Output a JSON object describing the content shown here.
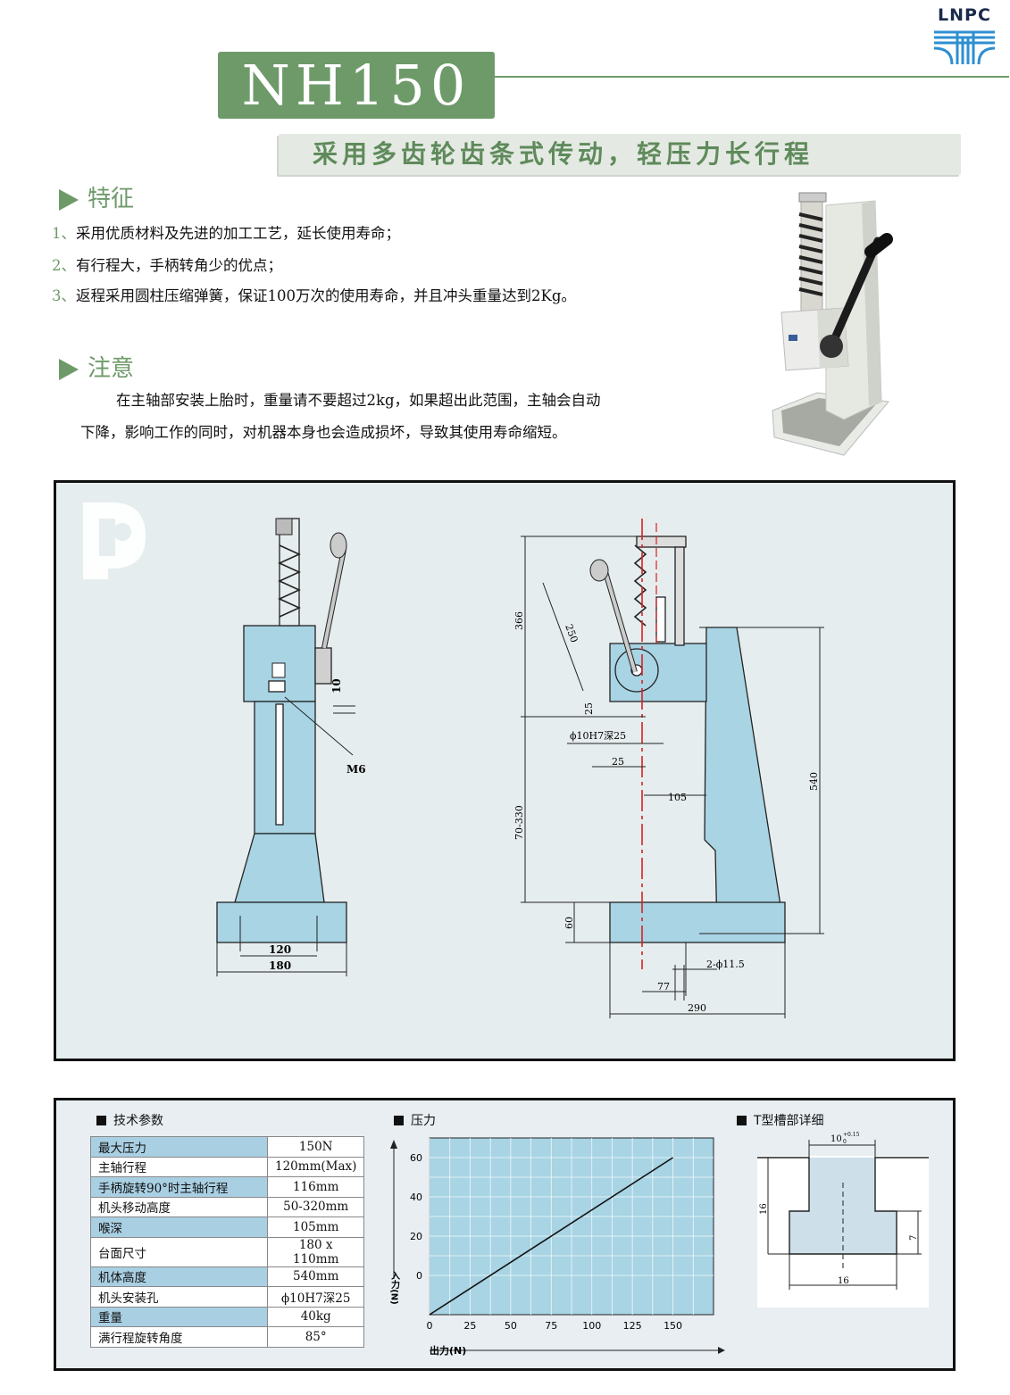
{
  "brand": {
    "logo_text": "LNPC"
  },
  "header": {
    "model": "NH150",
    "tagline": "采用多齿轮齿条式传动，轻压力长行程"
  },
  "features": {
    "heading": "特征",
    "items": [
      {
        "num": "1、",
        "text": "采用优质材料及先进的加工工艺，延长使用寿命；"
      },
      {
        "num": "2、",
        "text": "有行程大，手柄转角少的优点；"
      },
      {
        "num": "3、",
        "text": "返程采用圆柱压缩弹簧，保证100万次的使用寿命，并且冲头重量达到2Kg。"
      }
    ]
  },
  "notice": {
    "heading": "注意",
    "line1": "在主轴部安装上胎时，重量请不要超过2kg，如果超出此范围，主轴会自动",
    "line2": "下降，影响工作的同时，对机器本身也会造成损坏，导致其使用寿命缩短。"
  },
  "drawing": {
    "front": {
      "dim_10": "10",
      "label_m6": "M6",
      "dim_120": "120",
      "dim_180": "180"
    },
    "side": {
      "dim_366": "366",
      "dim_250": "250",
      "dim_25a": "25",
      "dim_hole": "ϕ10H7深25",
      "dim_25b": "25",
      "dim_105": "105",
      "dim_70_330": "70-330",
      "dim_540": "540",
      "dim_60": "60",
      "dim_holes2": "2-ϕ11.5",
      "dim_77": "77",
      "dim_290": "290"
    }
  },
  "specs": {
    "heading": "技术参数",
    "rows": [
      {
        "key": "最大压力",
        "value": "150N"
      },
      {
        "key": "主轴行程",
        "value": "120mm(Max)"
      },
      {
        "key": "手柄旋转90°时主轴行程",
        "value": "116mm"
      },
      {
        "key": "机头移动高度",
        "value": "50-320mm"
      },
      {
        "key": "喉深",
        "value": "105mm"
      },
      {
        "key": "台面尺寸",
        "value": "180 x 110mm"
      },
      {
        "key": "机体高度",
        "value": "540mm"
      },
      {
        "key": "机头安装孔",
        "value": "ϕ10H7深25"
      },
      {
        "key": "重量",
        "value": "40kg"
      },
      {
        "key": "满行程旋转角度",
        "value": "85°"
      }
    ]
  },
  "chart_data": {
    "type": "line",
    "title": "压力",
    "xlabel": "出力(N)",
    "ylabel": "入力(N)",
    "x_ticks": [
      0,
      25,
      50,
      75,
      100,
      125,
      150
    ],
    "y_ticks": [
      0,
      20,
      40,
      60
    ],
    "xlim": [
      0,
      175
    ],
    "ylim": [
      -20,
      70
    ],
    "series": [
      {
        "x": [
          0,
          150
        ],
        "y": [
          -20,
          60
        ]
      }
    ]
  },
  "tslot": {
    "heading": "T型槽部详细",
    "dim_top": "10",
    "dim_top_tol": "+0.15",
    "dim_top_tol_low": "0",
    "dim_16_v": "16",
    "dim_7": "7",
    "dim_16_h": "16"
  }
}
